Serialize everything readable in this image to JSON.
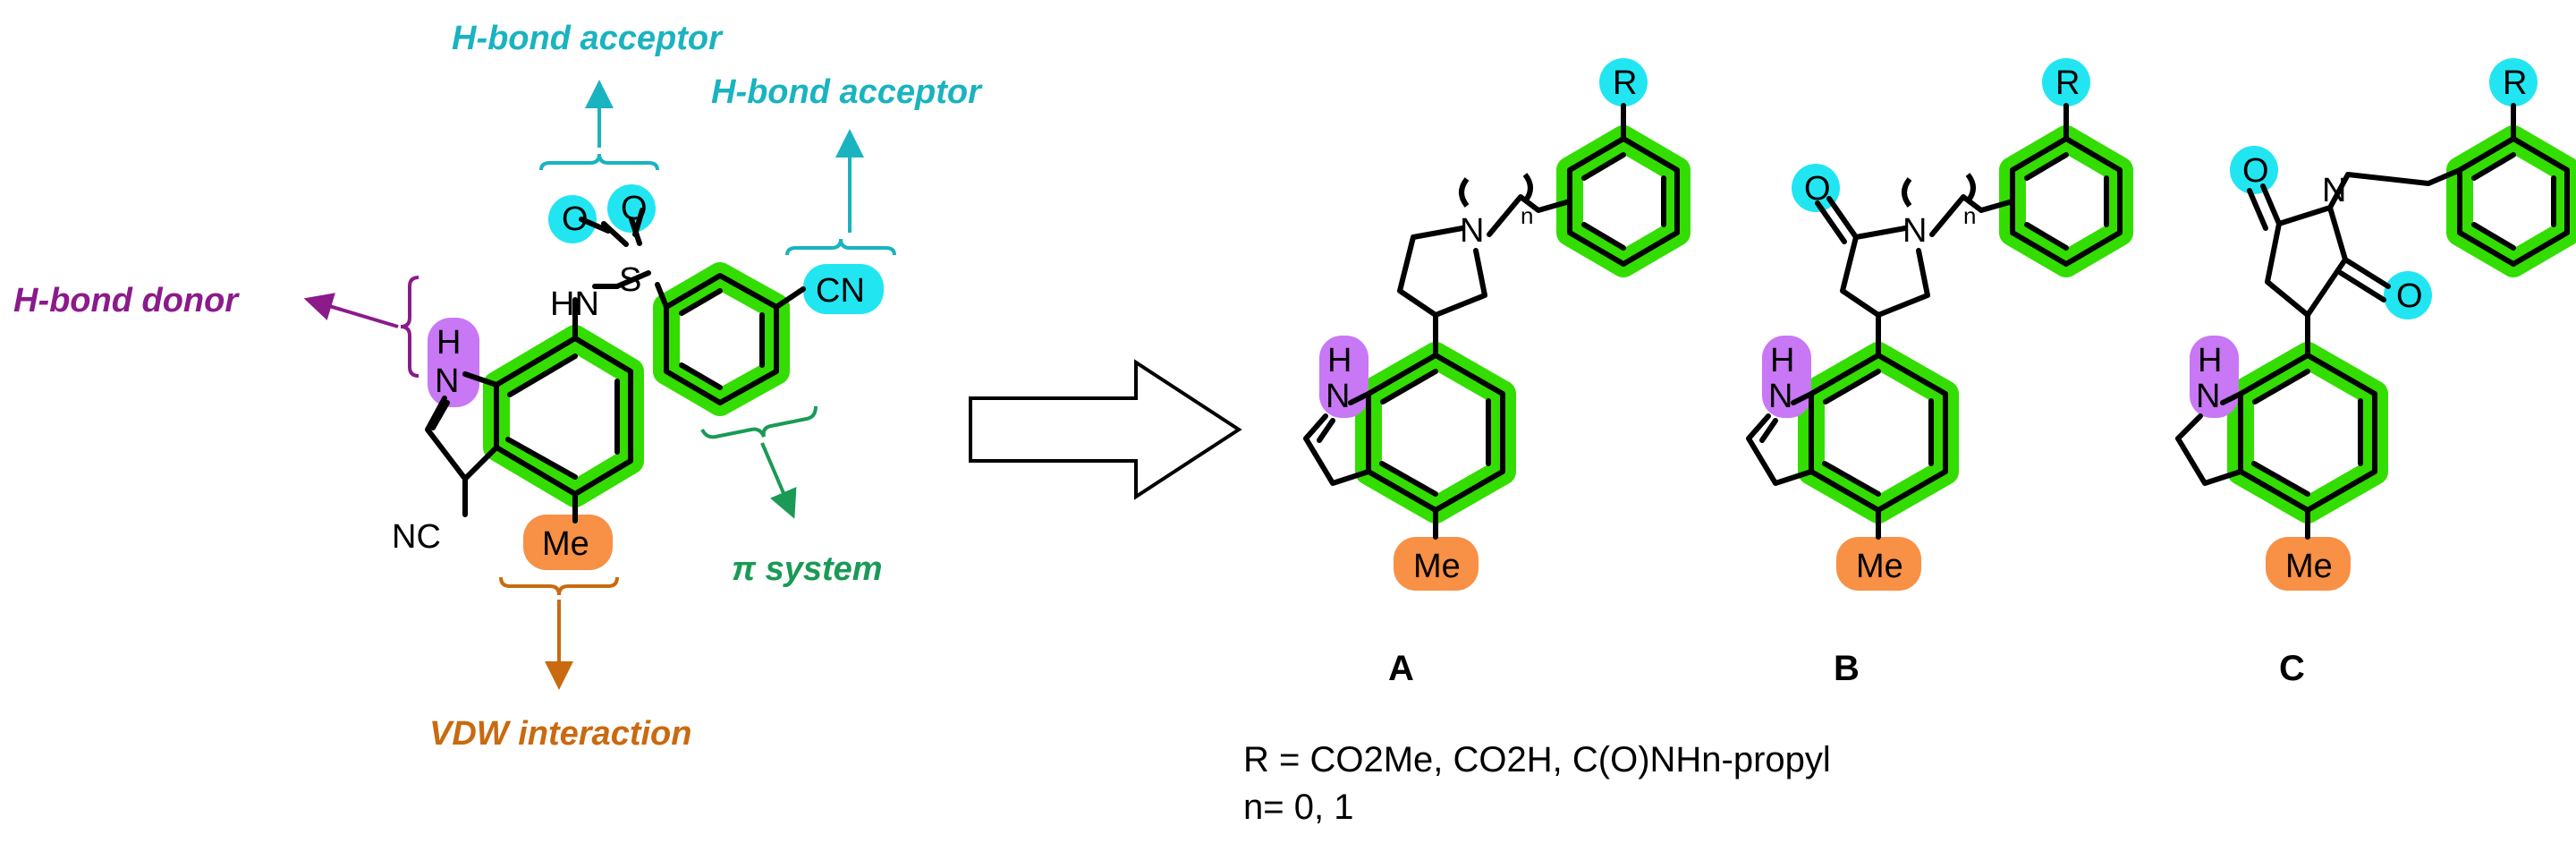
{
  "annotations": {
    "hbond_acceptor_1": "H-bond acceptor",
    "hbond_acceptor_2": "H-bond acceptor",
    "hbond_donor": "H-bond donor",
    "pi_system": "π system",
    "vdw": "VDW interaction"
  },
  "atoms": {
    "nh": "N",
    "h": "H",
    "hn": "HN",
    "s": "S",
    "o": "O",
    "cn": "CN",
    "nc": "NC",
    "me": "Me",
    "r": "R",
    "n": "N",
    "n_sub": "n"
  },
  "compounds": [
    "A",
    "B",
    "C"
  ],
  "legend": {
    "r_line": "R = CO2Me, CO2H, C(O)NHn-propyl",
    "n_line": "n= 0, 1"
  },
  "colors": {
    "acceptor": "#1ab3c0",
    "acceptor_highlight": "#22e5f2",
    "donor": "#8b1a8b",
    "donor_highlight": "#c877f5",
    "pi": "#1a9a55",
    "pi_highlight": "#33dd00",
    "vdw": "#c96a10",
    "vdw_highlight": "#f89046"
  },
  "icons": {
    "transform_arrow": "hollow-right-arrow"
  }
}
